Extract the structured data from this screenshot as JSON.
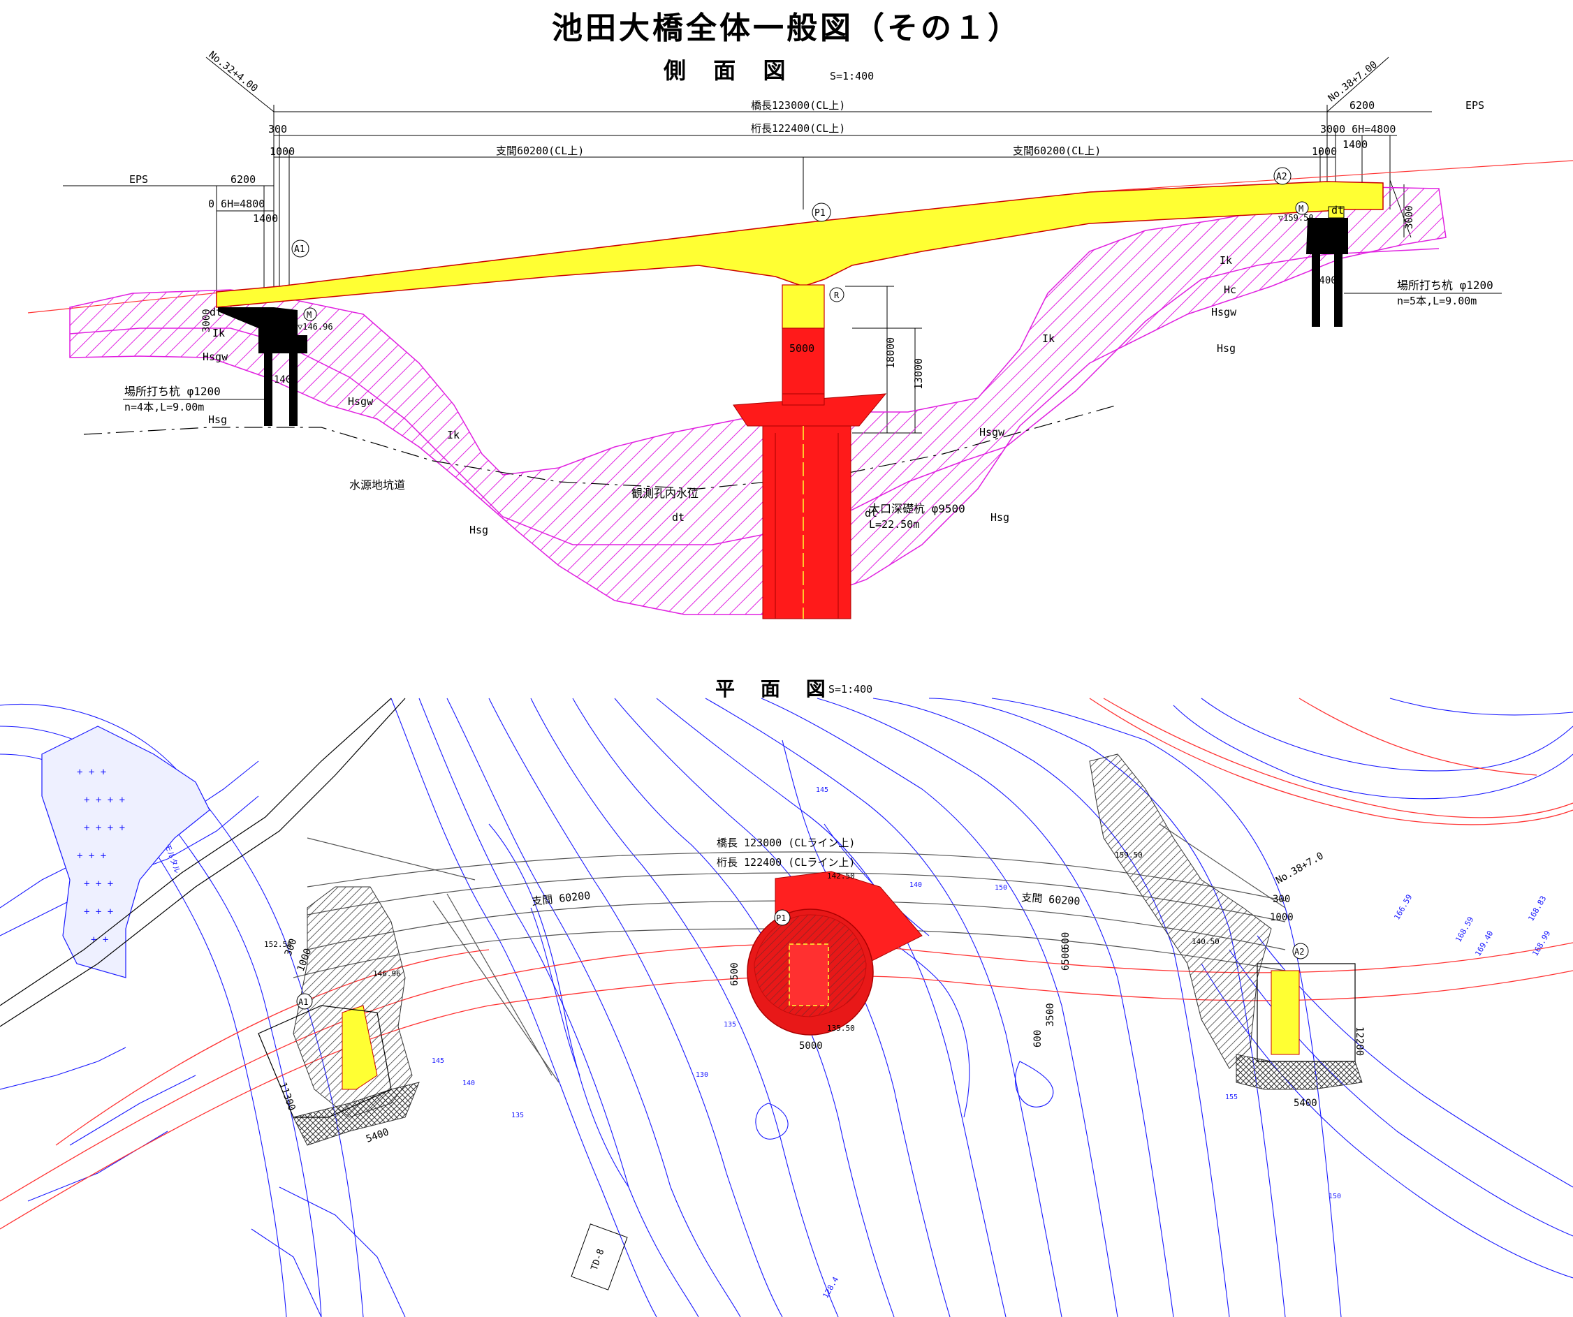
{
  "title": "池田大橋全体一般図（その１）",
  "side_view": {
    "heading": "側 面 図",
    "scale": "S=1:400",
    "station_left": "No.32+4.00",
    "station_right": "No.38+7.00",
    "bridge_length": "橋長123000(CL上)",
    "girder_length": "桁長122400(CL上)",
    "span_left": "支間60200(CL上)",
    "span_right": "支間60200(CL上)",
    "dims": {
      "d300_left": "300",
      "d1000_left": "1000",
      "eps_left": "EPS",
      "d6200_left": "6200",
      "d0_6h_left": "0 6H=4800",
      "d1400_left": "1400",
      "d6200_right": "6200",
      "eps_right": "EPS",
      "d3000_right": "3000 6H=4800",
      "d1400_right": "1400",
      "d1000_right": "1000",
      "d3000_a1": "3000",
      "d3000_a2": "3000",
      "d5000": "5000",
      "d18000": "18000",
      "d13000": "13000",
      "d1400_a1pile": "1400",
      "d1400_a2pile": "1400"
    },
    "labels": {
      "a1": "A1",
      "a2": "A2",
      "p1": "P1",
      "r": "R",
      "m1": "M",
      "m2": "M",
      "el_a1": "▽146.96",
      "el_a2": "▽159.50",
      "dt": "dt",
      "pile_a1_1": "場所打ち杭 φ1200",
      "pile_a1_2": "n=4本,L=9.00m",
      "pile_a2_1": "場所打ち杭 φ1200",
      "pile_a2_2": "n=5本,L=9.00m",
      "caisson_1": "大口深礎杭 φ9500",
      "caisson_2": "L=22.50m",
      "tunnel": "水源地坑道",
      "well": "観測孔内水位",
      "ik": "Ik",
      "hc": "Hc",
      "hsgw": "Hsgw",
      "hsg": "Hsg"
    }
  },
  "plan_view": {
    "heading": "平 面 図",
    "scale": "S=1:400",
    "bridge_length": "橋長 123000 (CLライン上)",
    "girder_length": "桁長 122400 (CLライン上)",
    "span_left": "支間 60200",
    "span_right": "支間 60200",
    "station": "No.38+7.0",
    "labels": {
      "a1": "A1",
      "a2": "A2",
      "p1": "P1",
      "d300_a1": "300",
      "d1000_a1": "1000",
      "d11300": "11300",
      "d5400_a1": "5400",
      "d300_a2": "300",
      "d1000_a2": "1000",
      "d12200": "12200",
      "d5400_a2": "5400",
      "d6500": "6500",
      "d5000": "5000",
      "d6500v": "6500",
      "d3500": "3500",
      "d600a": "600",
      "d600b": "600",
      "el_1": "152.50",
      "el_2": "146.96",
      "el_3": "142.50",
      "el_4": "135.50",
      "el_5": "159.50",
      "el_6": "140.50",
      "el_7": "166.59",
      "el_8": "168.59",
      "el_9": "168.83",
      "el_10": "169.40",
      "el_11": "168.99",
      "el_12": "128.4",
      "contour_145": "145",
      "contour_140": "140",
      "contour_135": "135",
      "contour_130": "130",
      "contour_155": "155",
      "contour_150": "150",
      "td": "TD-8",
      "mortar": "モルタル"
    }
  },
  "colors": {
    "girder": "#ffff33",
    "pier": "#ff1a1a",
    "footing": "#000000",
    "hatch": "#e020e0",
    "contour": "#1a1aff",
    "alignment": "#ff3333"
  }
}
